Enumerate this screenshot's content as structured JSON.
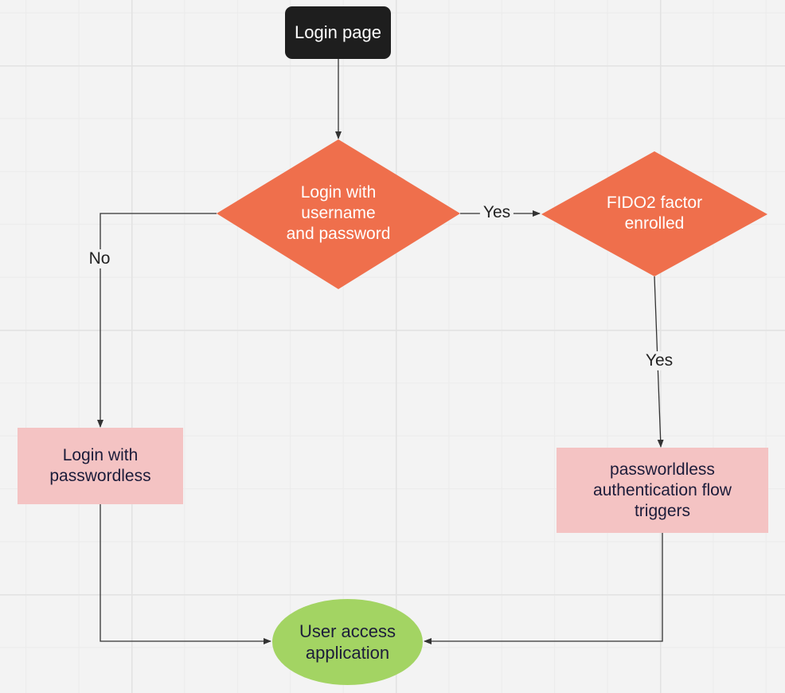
{
  "nodes": {
    "login_page": "Login page",
    "login_username_password": [
      "Login with",
      "username",
      "and password"
    ],
    "fido2_enrolled": [
      "FIDO2 factor",
      "enrolled"
    ],
    "login_passwordless": [
      "Login with",
      "passwordless"
    ],
    "passwordless_flow": [
      "passworldless",
      "authentication flow",
      "triggers"
    ],
    "user_access": [
      "User access",
      "application"
    ]
  },
  "edges": {
    "no_label": "No",
    "yes_label_1": "Yes",
    "yes_label_2": "Yes"
  },
  "colors": {
    "start_fill": "#1e1e1e",
    "decision_fill": "#ef6f4c",
    "process_fill": "#f4c3c3",
    "terminal_fill": "#a3d463",
    "connector": "#333333",
    "grid": "#e2e2e2"
  }
}
